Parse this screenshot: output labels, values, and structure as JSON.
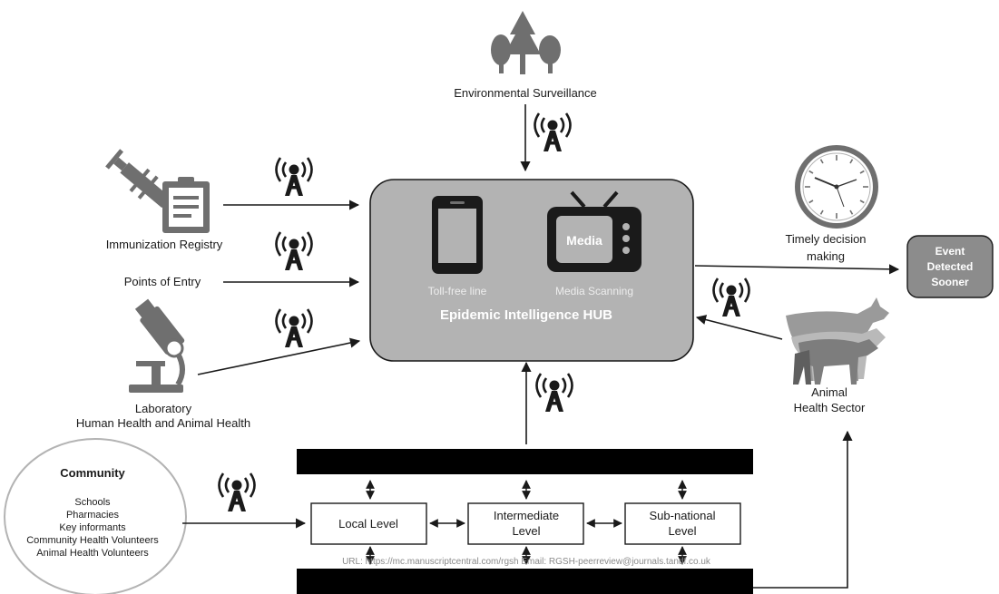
{
  "hub": {
    "title": "Epidemic Intelligence HUB",
    "tollfree_label": "Toll-free line",
    "media_label": "Media Scanning",
    "media_screen_text": "Media"
  },
  "sources": {
    "environmental": "Environmental Surveillance",
    "immunization": "Immunization Registry",
    "points_of_entry": "Points of Entry",
    "laboratory_line1": "Laboratory",
    "laboratory_line2": "Human Health and Animal Health",
    "animal_line1": "Animal",
    "animal_line2": "Health Sector"
  },
  "outcome": {
    "timely_line1": "Timely decision",
    "timely_line2": "making",
    "event_line1": "Event",
    "event_line2": "Detected",
    "event_line3": "Sooner"
  },
  "community": {
    "title": "Community",
    "items": [
      "Schools",
      "Pharmacies",
      "Key informants",
      "Community Health Volunteers",
      "Animal Health Volunteers"
    ]
  },
  "levels": {
    "local": "Local Level",
    "intermediate_line1": "Intermediate",
    "intermediate_line2": "Level",
    "subnational_line1": "Sub-national",
    "subnational_line2": "Level"
  },
  "watermark": "URL: https://mc.manuscriptcentral.com/rgsh Email: RGSH-peerreview@journals.tandf.co.uk",
  "colors": {
    "hub_fill": "#b3b3b3",
    "icon_gray": "#6f6f6f",
    "dark": "#1a1a1a",
    "event_fill": "#8c8c8c"
  }
}
